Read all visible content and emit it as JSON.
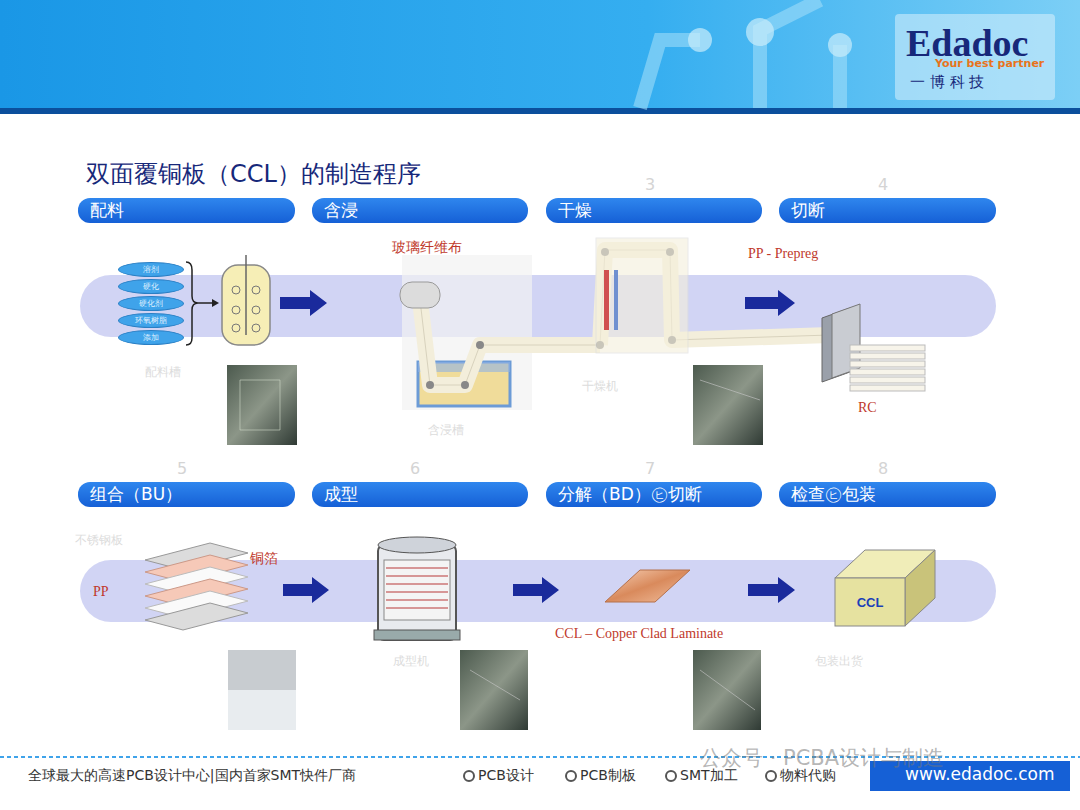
{
  "diagram": {
    "title": "双面覆铜板（CCL）的制造程序",
    "nodes": [
      {
        "text": [
          "配料"
        ]
      },
      {
        "text": [
          "含浸"
        ]
      },
      {
        "text": [
          "干燥"
        ]
      },
      {
        "text": [
          "切断"
        ]
      },
      {
        "text": [
          "组合（BU）"
        ]
      },
      {
        "text": [
          "成型"
        ]
      },
      {
        "text": [
          "分解（BD）㋪切断"
        ]
      },
      {
        "text": [
          "检查㋪包装"
        ]
      },
      {
        "text": [
          "溶剂"
        ]
      },
      {
        "text": [
          "硬化"
        ]
      },
      {
        "text": [
          "硬化剂"
        ]
      },
      {
        "text": [
          "环氧树脂"
        ]
      },
      {
        "text": [
          "添加"
        ]
      },
      {
        "text": [
          "CCL"
        ]
      }
    ],
    "labels": [
      "Edadoc",
      "Your best partner",
      "一 博 科 技",
      "3",
      "4",
      "5",
      "6",
      "7",
      "8",
      "玻璃纤维布",
      "配料槽",
      "含浸槽",
      "干燥机",
      "PP - Prepreg",
      "RC",
      "不锈钢板",
      "铜箔",
      "PP",
      "成型机",
      "CCL – Copper Clad Laminate",
      "包装出货",
      "全球最大的高速PCB设计中心|国内首家SMT快件厂商",
      "PCB设计",
      "PCB制板",
      "SMT加工",
      "物料代购",
      "www.edadoc.com",
      "公众号 · PCBA设计与制造"
    ]
  }
}
